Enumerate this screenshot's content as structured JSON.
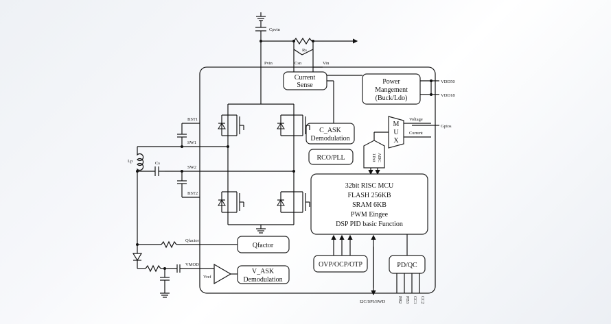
{
  "labels": {
    "cpvin": "Cpvin",
    "rs": "Rs",
    "pvin": "Pvin",
    "csn": "Csn",
    "vin": "Vin",
    "vdd50": "VDD50",
    "vdd18": "VDD18",
    "gpios": "Gpios",
    "bst1": "BST1",
    "sw1": "SW1",
    "sw2": "SW2",
    "bst2": "BST2",
    "lp": "Lp",
    "cs": "Cs",
    "qfactor_pin": "Qfactor",
    "vmod": "VMOD",
    "vref": "Vref",
    "voltage": "Voltage",
    "current": "Current",
    "adc": [
      "11bit",
      "ADC"
    ],
    "bus": "I2C/SPI/SWD",
    "pd_pins": [
      "PB2",
      "PB3",
      "CC1",
      "CC2"
    ]
  },
  "blocks": {
    "current_sense": [
      "Current",
      "Sense"
    ],
    "power_mgmt": [
      "Power",
      "Mangement",
      "(Buck/Ldo)"
    ],
    "c_ask": [
      "C_ASK",
      "Demodulation"
    ],
    "mux": [
      "M",
      "U",
      "X"
    ],
    "rco_pll": "RCO/PLL",
    "mcu": [
      "32bit RISC MCU",
      "FLASH 256KB",
      "SRAM 6KB",
      "PWM Eingee",
      "DSP PID basic Function"
    ],
    "qfactor": "Qfactor",
    "v_ask": [
      "V_ASK",
      "Demodulation"
    ],
    "ovp": "OVP/OCP/OTP",
    "pdqc": "PD/QC"
  }
}
